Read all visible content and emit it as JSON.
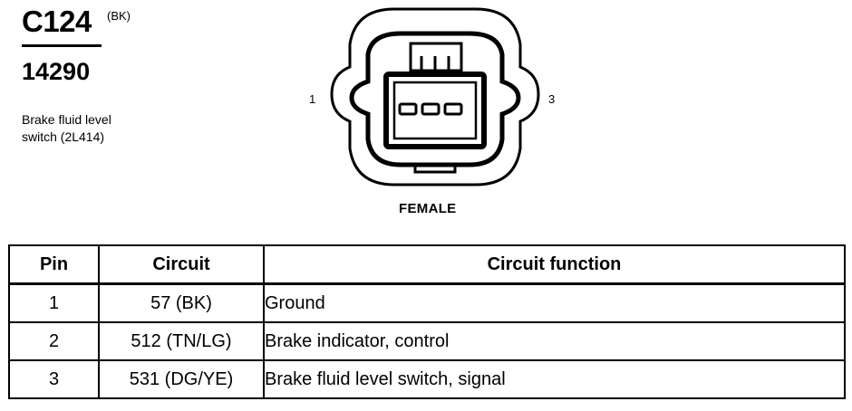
{
  "connector": {
    "id": "C124",
    "color_code": "(BK)",
    "part_number": "14290",
    "description_lines": [
      "Brake fluid level",
      "switch (2L414)"
    ],
    "pin_left_label": "1",
    "pin_right_label": "3",
    "gender": "FEMALE"
  },
  "table": {
    "headers": {
      "pin": "Pin",
      "circuit": "Circuit",
      "function": "Circuit function"
    },
    "rows": [
      {
        "pin": "1",
        "circuit": "57 (BK)",
        "function": "Ground"
      },
      {
        "pin": "2",
        "circuit": "512 (TN/LG)",
        "function": "Brake indicator, control"
      },
      {
        "pin": "3",
        "circuit": "531 (DG/YE)",
        "function": "Brake fluid level switch, signal"
      }
    ]
  }
}
